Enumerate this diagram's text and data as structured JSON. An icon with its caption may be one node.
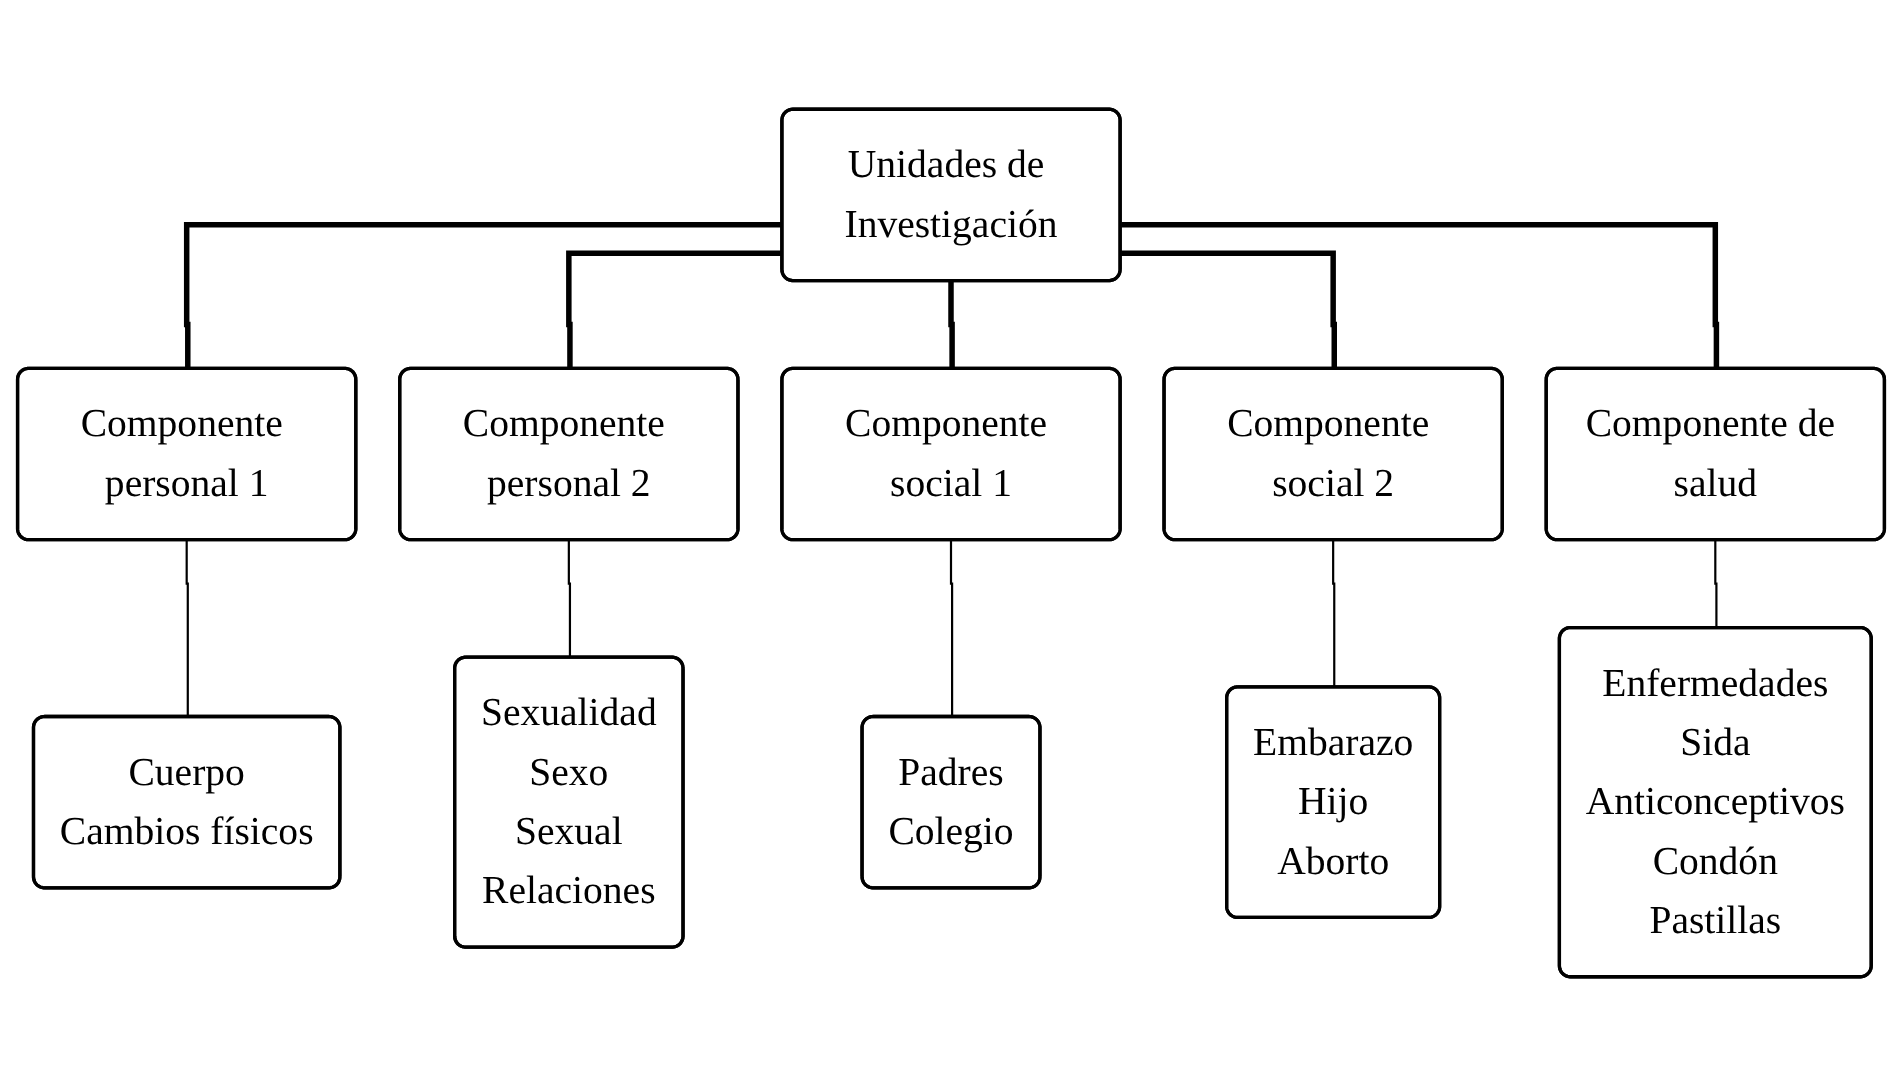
{
  "diagram": {
    "nodes": [
      {
        "text": [
          "Unidades de Investigación"
        ]
      },
      {
        "text": [
          "Componente personal 1"
        ]
      },
      {
        "text": [
          "Componente personal 2"
        ]
      },
      {
        "text": [
          "Componente social 1"
        ]
      },
      {
        "text": [
          "Componente social 2"
        ]
      },
      {
        "text": [
          "Componente de salud"
        ]
      },
      {
        "text": [
          "Cuerpo",
          "Cambios físicos"
        ]
      },
      {
        "text": [
          "Sexualidad",
          "Sexo",
          "Sexual",
          "Relaciones"
        ]
      },
      {
        "text": [
          "Padres",
          "Colegio"
        ]
      },
      {
        "text": [
          "Embarazo",
          "Hijo",
          "Aborto"
        ]
      },
      {
        "text": [
          "Enfermedades",
          "Sida",
          "Anticonceptivos",
          "Condón",
          "Pastillas"
        ]
      }
    ],
    "edges": [
      {
        "from": 0,
        "to": 1,
        "arrow": "none",
        "style": "thick"
      },
      {
        "from": 0,
        "to": 2,
        "arrow": "none",
        "style": "thick"
      },
      {
        "from": 0,
        "to": 3,
        "arrow": "none",
        "style": "thick"
      },
      {
        "from": 0,
        "to": 4,
        "arrow": "none",
        "style": "thick"
      },
      {
        "from": 0,
        "to": 5,
        "arrow": "none",
        "style": "thick"
      },
      {
        "from": 1,
        "to": 6,
        "arrow": "none"
      },
      {
        "from": 2,
        "to": 7,
        "arrow": "none"
      },
      {
        "from": 3,
        "to": 8,
        "arrow": "none"
      },
      {
        "from": 4,
        "to": 9,
        "arrow": "none"
      },
      {
        "from": 5,
        "to": 10,
        "arrow": "none"
      }
    ]
  }
}
